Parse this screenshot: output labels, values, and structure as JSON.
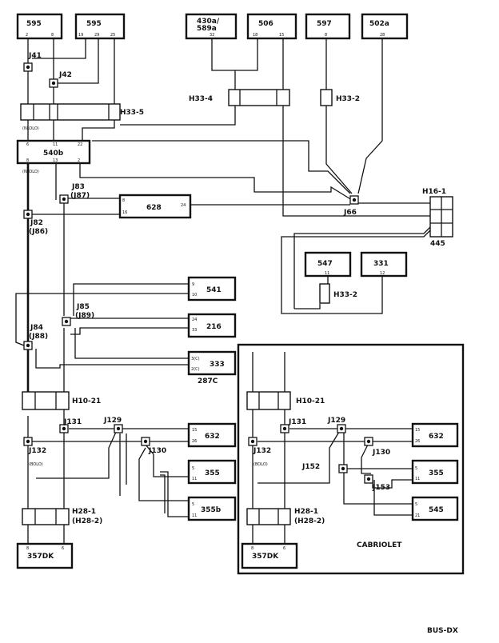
{
  "components": {
    "c595a": "595",
    "c595b": "595",
    "c430": "430a/\n589a",
    "c506": "506",
    "c597": "597",
    "c502": "502a",
    "c540": "540b",
    "c628": "628",
    "c547": "547",
    "c331": "331",
    "c541": "541",
    "c216": "216",
    "c333": "333",
    "c632": "632",
    "c355": "355",
    "c355b": "355b",
    "c357": "357DK",
    "c632r": "632",
    "c355r": "355",
    "c545r": "545",
    "c357r": "357DK"
  },
  "connectors": {
    "h334": "H33-4",
    "h332a": "H33-2",
    "h335": "H33-5",
    "h161": "H16-1",
    "n445": "445",
    "h332b": "H33-2",
    "h1021": "H10-21",
    "h281": "H28-1",
    "h282": "(H28-2)",
    "h1021r": "H10-21",
    "h281r": "H28-1",
    "h282r": "(H28-2)",
    "n287c": "287C"
  },
  "junctions": {
    "j41": "J41",
    "j42": "J42",
    "j83": "J83",
    "j87": "(J87)",
    "j82": "J82",
    "j86": "(J86)",
    "j66": "J66",
    "j85": "J85",
    "j89": "(J89)",
    "j84": "J84",
    "j88": "(J88)",
    "j131": "J131",
    "j129": "J129",
    "j132": "J132",
    "j130": "J130",
    "j131r": "J131",
    "j129r": "J129",
    "j132r": "J132",
    "j152": "J152",
    "j130r": "J130",
    "j153": "J153"
  },
  "pins": {
    "p595a_1": "2",
    "p595a_2": "8",
    "p595b_1": "19",
    "p595b_2": "29",
    "p595b_3": "25",
    "p430": "32",
    "p506_1": "18",
    "p506_2": "15",
    "p597": "8",
    "p502": "28",
    "p540_1": "6",
    "p540_2": "11",
    "p540_3": "22",
    "p540_4": "8",
    "p540_5": "13",
    "p540_6": "2",
    "p628_1": "8",
    "p628_2": "16",
    "p628_3": "24",
    "p541_1": "9",
    "p541_2": "10",
    "p216_1": "24",
    "p216_2": "33",
    "p333_1": "3(C)",
    "p333_2": "2(C)",
    "p547": "11",
    "p331": "12",
    "p632_1": "15",
    "p632_2": "26",
    "p355_1": "5",
    "p355_2": "11",
    "p355b_1": "5",
    "p355b_2": "11",
    "p357_1": "8",
    "p357_2": "6",
    "p632r_1": "15",
    "p632r_2": "26",
    "p355r_1": "5",
    "p355r_2": "11",
    "p545r_1": "5",
    "p545r_2": "21",
    "p357r_1": "8",
    "p357r_2": "6",
    "note_l1": "(NLOLO)",
    "note_l2": "(NLOLO)",
    "note_l3": "(BOLO)",
    "note_r": "(BOLO)"
  },
  "labels": {
    "cabriolet": "CABRIOLET",
    "page_id": "BUS-DX"
  }
}
